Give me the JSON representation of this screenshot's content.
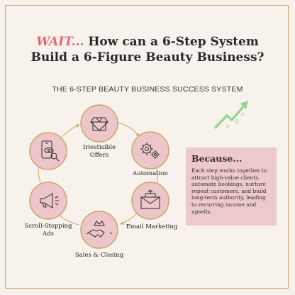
{
  "headline": {
    "wait": "WAIT...",
    "line1_rest": " How can a 6-Step System",
    "line2": "Build a 6-Figure Beauty Business?"
  },
  "subtitle": "THE 6-STEP BEAUTY BUSINESS SUCCESS SYSTEM",
  "steps": [
    {
      "label_line1": "Iriestisible",
      "label_line2": "Offers",
      "icon": "gift-box-icon"
    },
    {
      "label_line1": "Automation",
      "label_line2": "",
      "icon": "gears-icon"
    },
    {
      "label_line1": "Email Marketing",
      "label_line2": "",
      "icon": "envelope-icon"
    },
    {
      "label_line1": "Sales & Closing",
      "label_line2": "",
      "icon": "handshake-crown-icon"
    },
    {
      "label_line1": "Scroll-Stopping",
      "label_line2": "Ads",
      "icon": "megaphone-icon"
    },
    {
      "label_line1": "",
      "label_line2": "",
      "icon": "phone-eye-icon"
    }
  ],
  "because": {
    "title": "Because...",
    "text": "Each step works together to attract high-value clients, automate bookings, nurture repeat customers, and build long-term authority, leading to recurring income and upsells."
  },
  "colors": {
    "accent_pink": "#e06a72",
    "gold": "#c9a56a",
    "circle_fill": "#ecc6c8",
    "box_fill": "#ecc9cb",
    "growth_green": "#8fd38e"
  }
}
